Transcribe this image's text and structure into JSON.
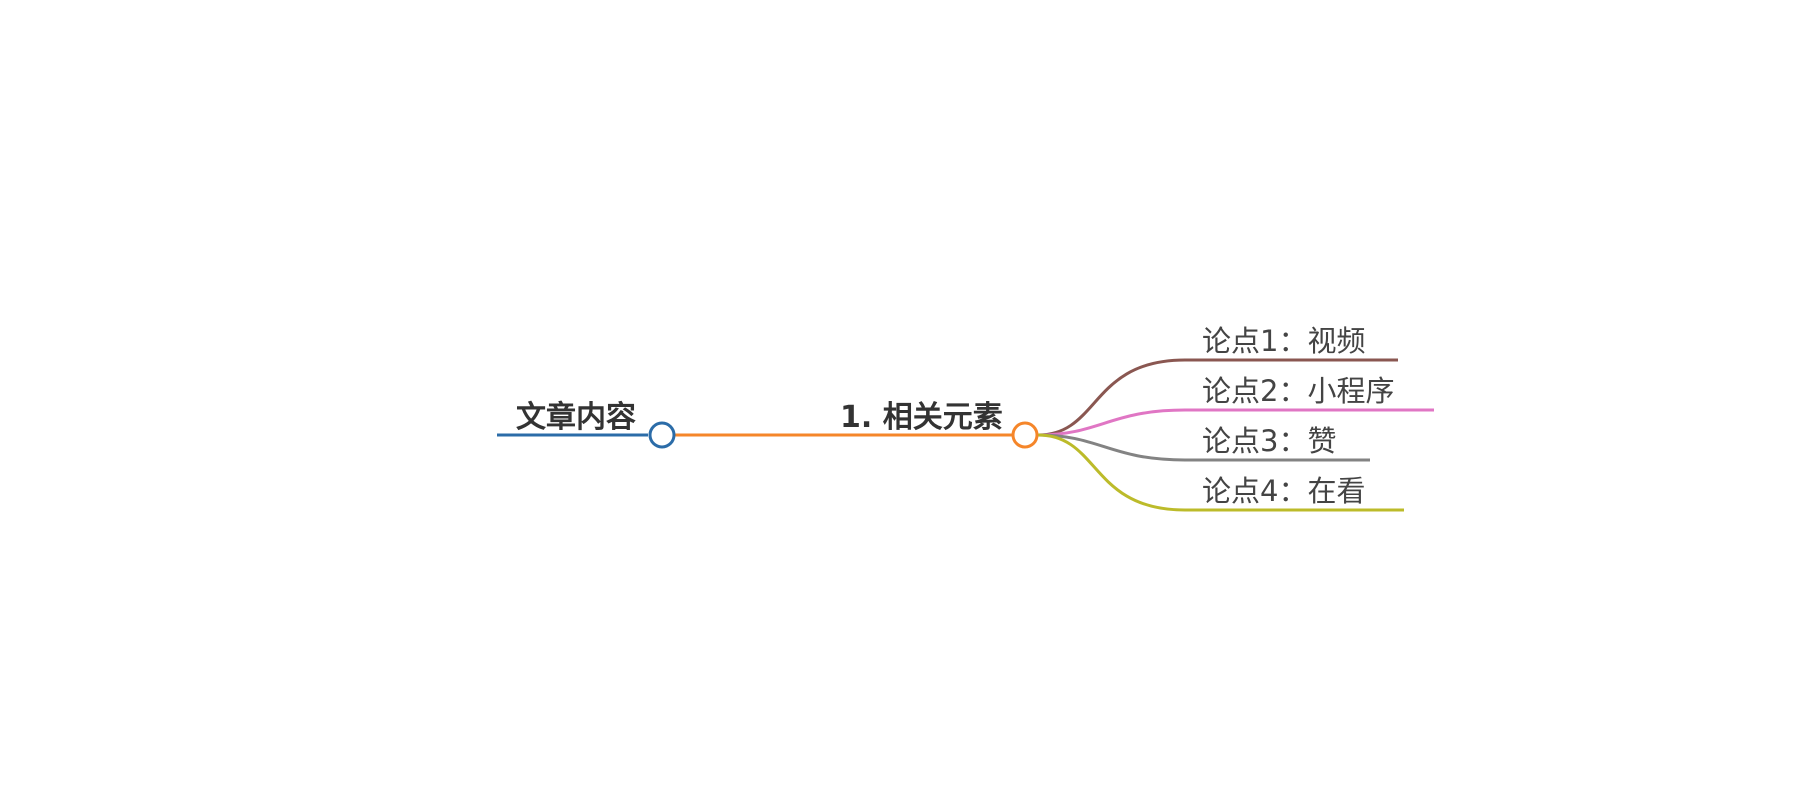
{
  "root": {
    "label": "文章内容",
    "color": "#2b6ca8",
    "node_icon": "open-circle"
  },
  "section": {
    "label": "1. 相关元素",
    "color": "#f5862a",
    "node_icon": "open-circle"
  },
  "leaves": [
    {
      "label": "论点1：视频",
      "color": "#8a5751"
    },
    {
      "label": "论点2：小程序",
      "color": "#e076c4"
    },
    {
      "label": "论点3：赞",
      "color": "#838383"
    },
    {
      "label": "论点4：在看",
      "color": "#bcbb2a"
    }
  ]
}
